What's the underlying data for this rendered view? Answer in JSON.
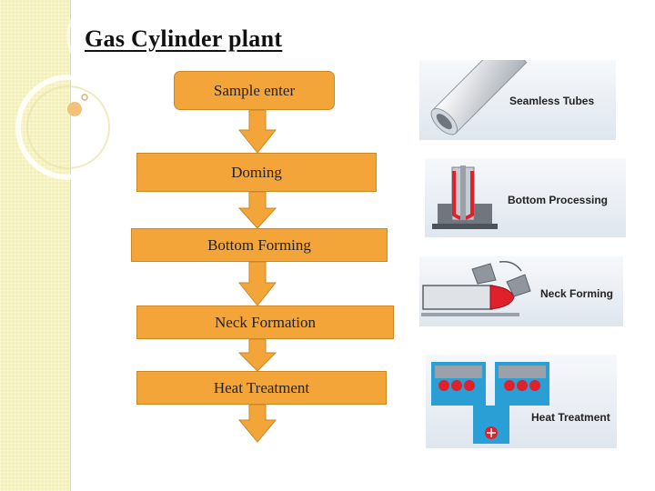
{
  "title": "Gas Cylinder plant",
  "flow": {
    "steps": [
      {
        "label": "Sample enter"
      },
      {
        "label": "Doming"
      },
      {
        "label": "Bottom Forming"
      },
      {
        "label": "Neck  Formation"
      },
      {
        "label": "Heat Treatment"
      }
    ]
  },
  "panels": [
    {
      "label": "Seamless Tubes"
    },
    {
      "label": "Bottom Processing"
    },
    {
      "label": "Neck Forming"
    },
    {
      "label": "Heat Treatment"
    }
  ],
  "colors": {
    "step_fill": "#f4a53a",
    "side_band": "#f4f0b8",
    "accent_red": "#e0202a",
    "accent_blue": "#2a9fd6"
  }
}
